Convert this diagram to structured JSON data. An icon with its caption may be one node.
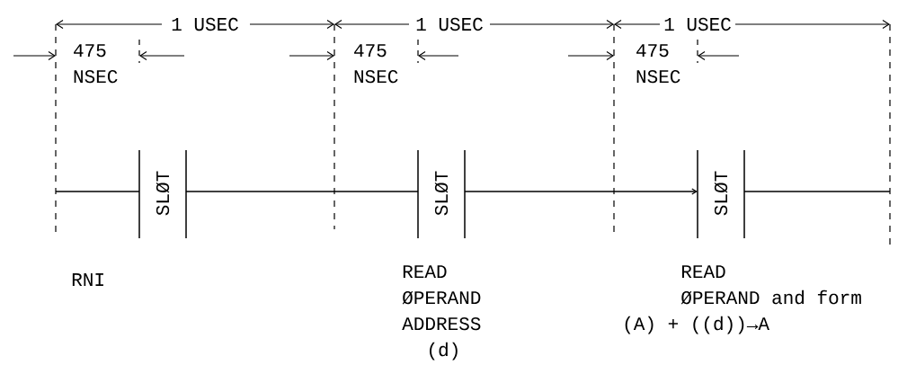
{
  "diagram": {
    "labels": [
      "1 USEC",
      "1 USEC",
      "1 USEC",
      "475 NSEC",
      "475 NSEC",
      "475 NSEC",
      "SLØT",
      "SLØT",
      "SLØT",
      "RNI",
      "READ ØPERAND ADDRESS (d)",
      "READ ØPERAND and form (A) + ((d))→A"
    ]
  }
}
